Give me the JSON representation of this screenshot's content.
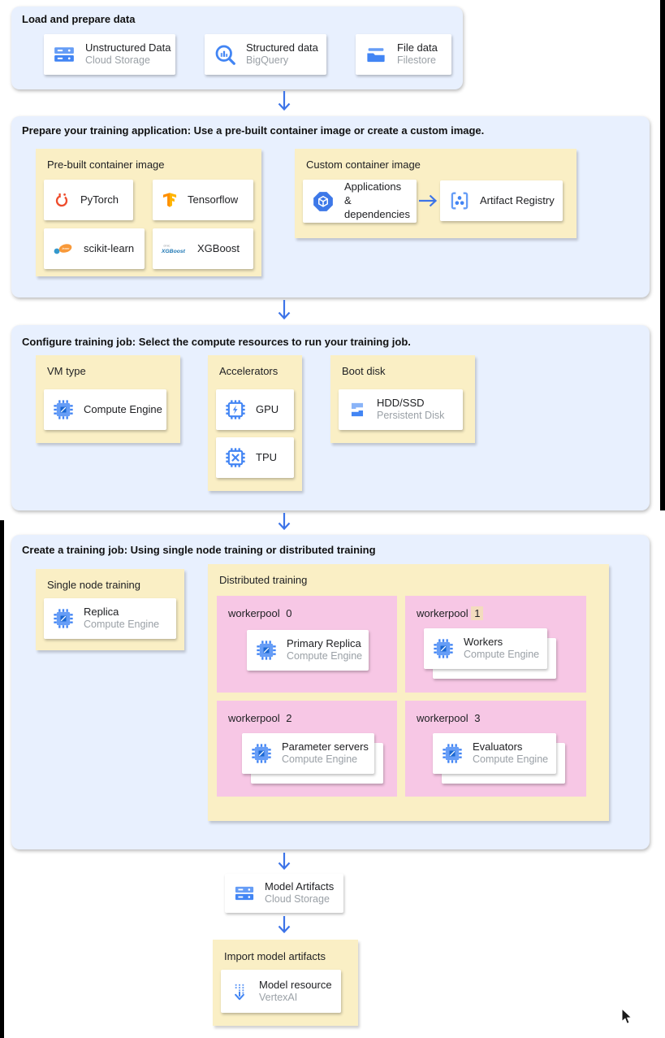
{
  "palette": {
    "panel_blue": "#E8F0FE",
    "box_yellow": "#FAEFC5",
    "pool_pink": "#F7C7E5",
    "arrow_blue": "#3D74E8",
    "icon_blue": "#4285F4",
    "subtitle_gray": "#9AA0A6",
    "highlight_tan": "#F3DCBE"
  },
  "load": {
    "title": "Load and prepare data",
    "cards": [
      {
        "icon": "cloud-storage",
        "title": "Unstructured Data",
        "subtitle": "Cloud Storage"
      },
      {
        "icon": "bigquery",
        "title": "Structured data",
        "subtitle": "BigQuery"
      },
      {
        "icon": "filestore",
        "title": "File data",
        "subtitle": "Filestore"
      }
    ]
  },
  "prepare": {
    "title": "Prepare your training application: Use a pre-built container image or create a custom image.",
    "prebuilt": {
      "title": "Pre-built container image",
      "frameworks": [
        {
          "icon": "pytorch",
          "label": "PyTorch"
        },
        {
          "icon": "tensorflow",
          "label": "Tensorflow"
        },
        {
          "icon": "scikit-learn",
          "label": "scikit-learn"
        },
        {
          "icon": "xgboost",
          "label": "XGBoost"
        }
      ]
    },
    "custom": {
      "title": "Custom container image",
      "source": {
        "icon": "applications",
        "title": "Applications & dependencies"
      },
      "target": {
        "icon": "artifact-registry",
        "title": "Artifact Registry"
      }
    }
  },
  "configure": {
    "title": "Configure training job: Select the compute resources to run your training job.",
    "vm": {
      "title": "VM type",
      "card": {
        "icon": "compute-engine",
        "title": "Compute Engine"
      }
    },
    "accelerators": {
      "title": "Accelerators",
      "cards": [
        {
          "icon": "gpu",
          "title": "GPU"
        },
        {
          "icon": "tpu",
          "title": "TPU"
        }
      ]
    },
    "boot": {
      "title": "Boot disk",
      "card": {
        "icon": "persistent-disk",
        "title": "HDD/SSD",
        "subtitle": "Persistent Disk"
      }
    }
  },
  "create": {
    "title": "Create a training job: Using single node training or distributed training",
    "single": {
      "title": "Single node training",
      "card": {
        "icon": "compute-engine",
        "title": "Replica",
        "subtitle": "Compute Engine"
      }
    },
    "distributed": {
      "title": "Distributed training",
      "pools": [
        {
          "label": "workerpool",
          "num": "0",
          "highlighted": false,
          "stacked": false,
          "card": {
            "icon": "compute-engine",
            "title": "Primary Replica",
            "subtitle": "Compute Engine"
          }
        },
        {
          "label": "workerpool",
          "num": "1",
          "highlighted": true,
          "stacked": true,
          "card": {
            "icon": "compute-engine",
            "title": "Workers",
            "subtitle": "Compute Engine"
          }
        },
        {
          "label": "workerpool",
          "num": "2",
          "highlighted": false,
          "stacked": true,
          "card": {
            "icon": "compute-engine",
            "title": "Parameter servers",
            "subtitle": "Compute Engine"
          }
        },
        {
          "label": "workerpool",
          "num": "3",
          "highlighted": false,
          "stacked": true,
          "card": {
            "icon": "compute-engine",
            "title": "Evaluators",
            "subtitle": "Compute Engine"
          }
        }
      ]
    }
  },
  "artifacts": {
    "card": {
      "icon": "cloud-storage",
      "title": "Model Artifacts",
      "subtitle": "Cloud Storage"
    }
  },
  "import_model": {
    "title": "Import model artifacts",
    "card": {
      "icon": "vertex-ai",
      "title": "Model resource",
      "subtitle": "VertexAI"
    }
  }
}
